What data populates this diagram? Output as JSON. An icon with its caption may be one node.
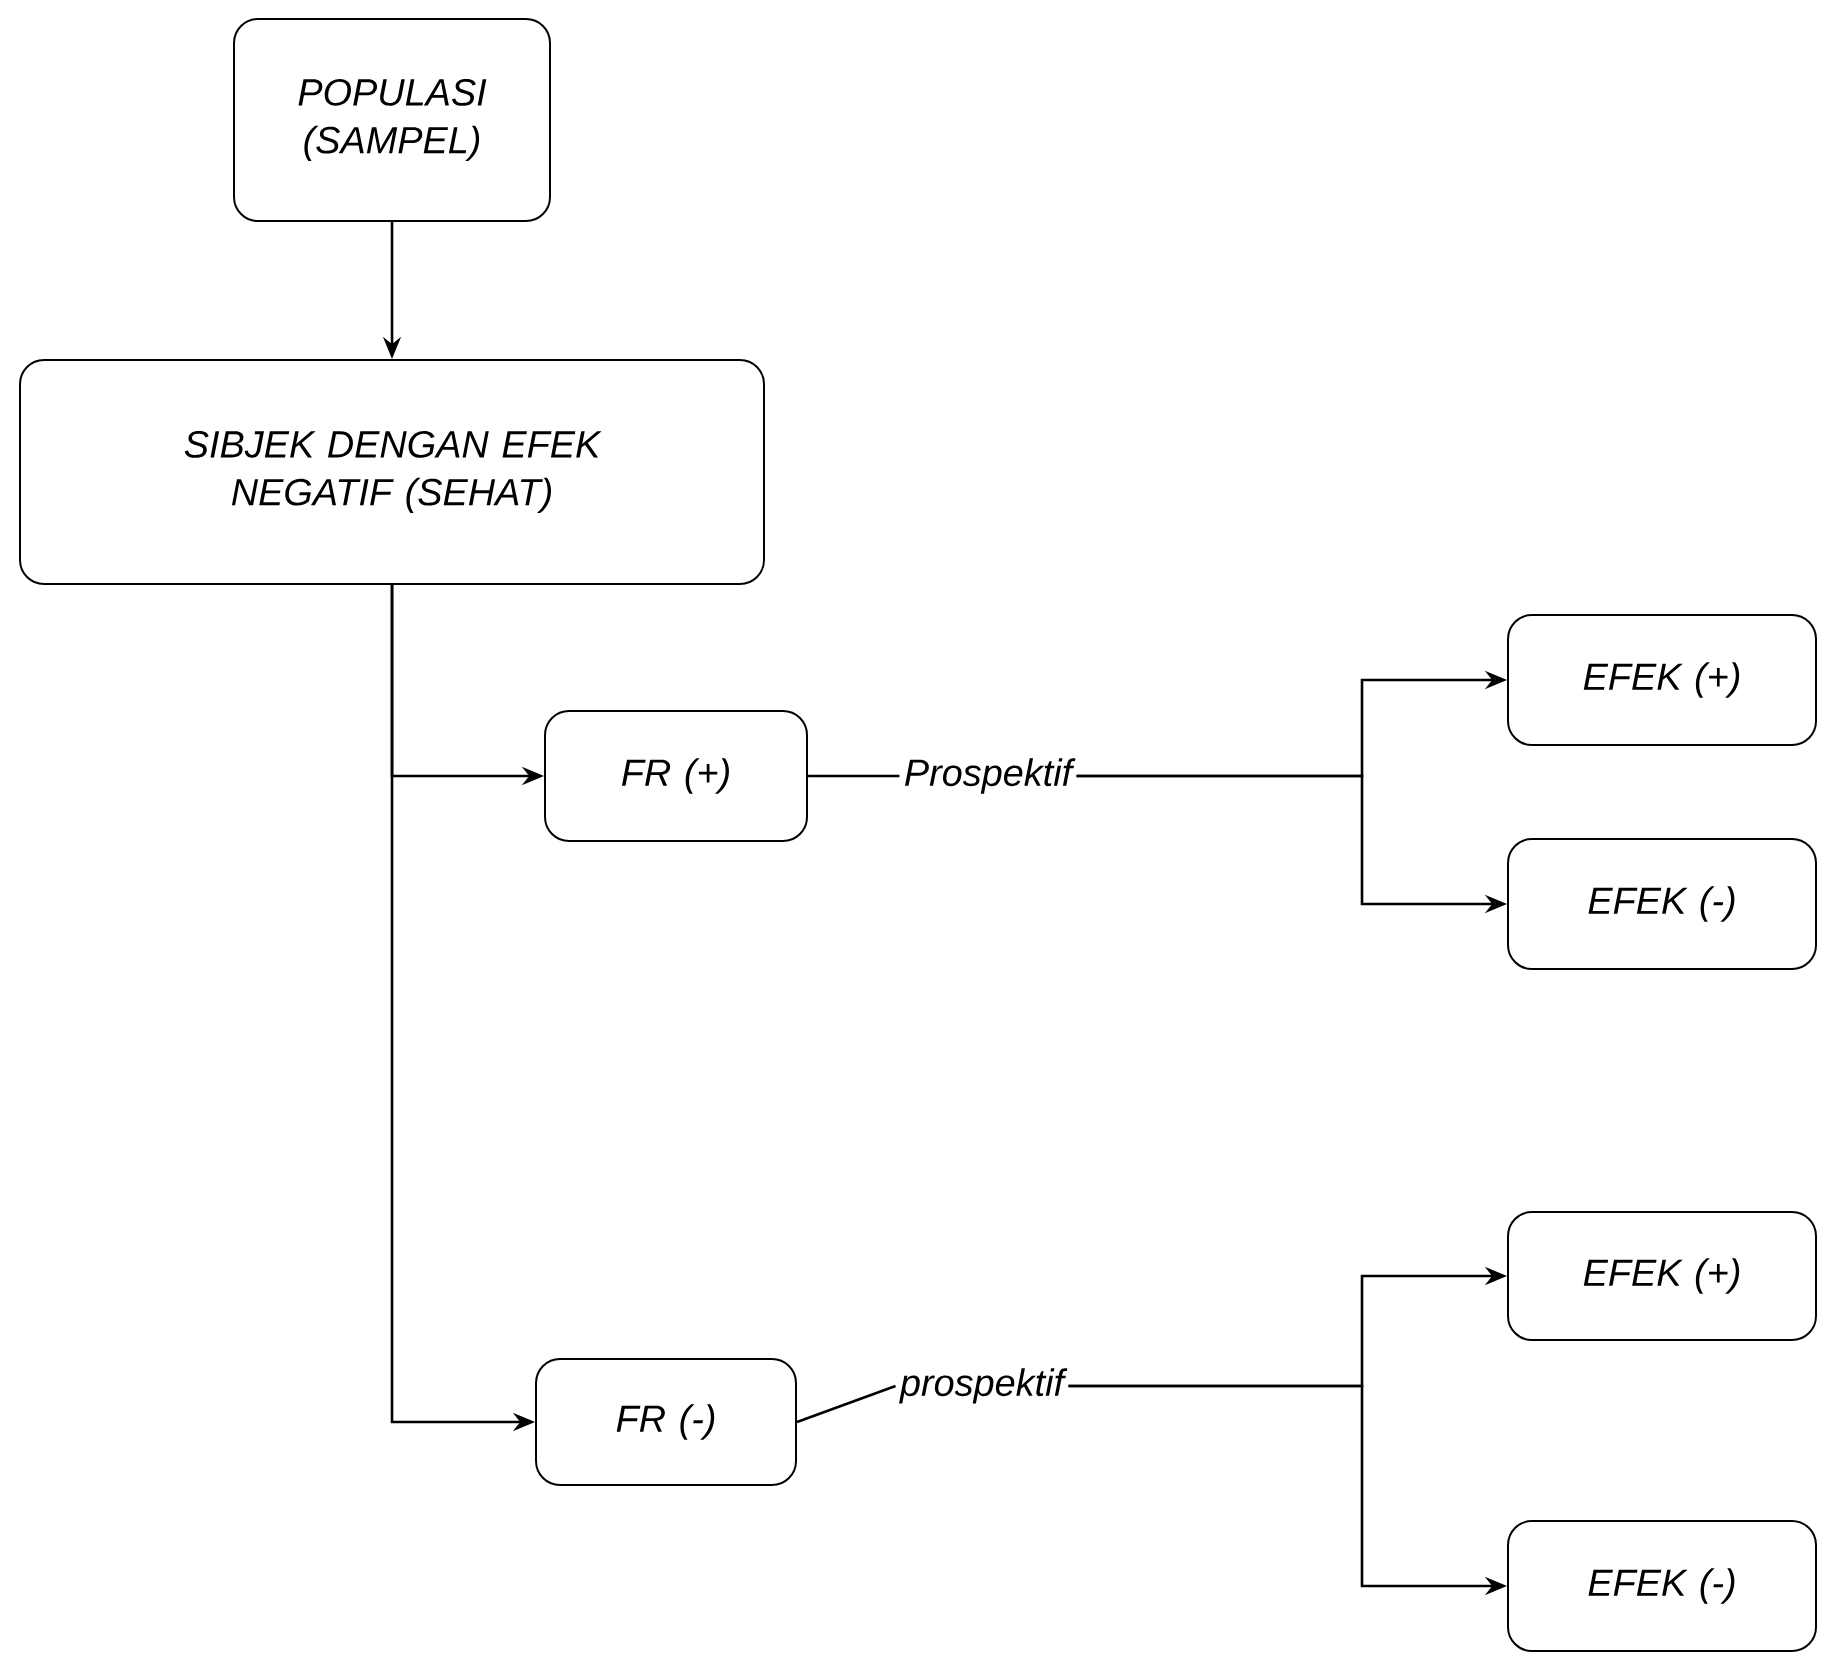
{
  "diagram": {
    "nodes": [
      {
        "text": [
          "POPULASI (SAMPEL)"
        ]
      },
      {
        "text": [
          "SIBJEK DENGAN EFEK NEGATIF  (SEHAT)"
        ]
      },
      {
        "text": [
          "FR (+)"
        ]
      },
      {
        "text": [
          "EFEK (+)"
        ]
      },
      {
        "text": [
          "EFEK (-)"
        ]
      },
      {
        "text": [
          "FR (-)"
        ]
      },
      {
        "text": [
          "EFEK (+)"
        ]
      },
      {
        "text": [
          "EFEK (-)"
        ]
      },
      {
        "text": [
          "Prospektif"
        ]
      },
      {
        "text": [
          "prospektif"
        ]
      }
    ],
    "edges": [
      {
        "from": 0,
        "to": 1,
        "arrow": "to"
      },
      {
        "from": 1,
        "to": 2,
        "arrow": "to"
      },
      {
        "from": 1,
        "to": 5,
        "arrow": "to"
      },
      {
        "from": 2,
        "to": 8,
        "arrow": "none"
      },
      {
        "from": 8,
        "to": 3,
        "arrow": "to"
      },
      {
        "from": 8,
        "to": 4,
        "arrow": "to"
      },
      {
        "from": 5,
        "to": 9,
        "arrow": "none"
      },
      {
        "from": 9,
        "to": 6,
        "arrow": "to"
      },
      {
        "from": 9,
        "to": 7,
        "arrow": "to"
      }
    ]
  }
}
